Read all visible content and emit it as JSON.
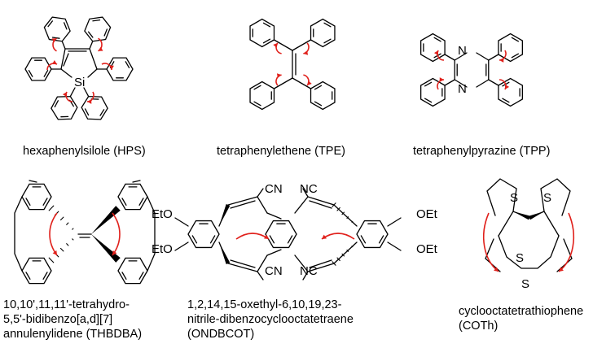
{
  "molecules": [
    {
      "id": "hps",
      "name": "hexaphenylsilole (HPS)",
      "atoms": [
        "Si"
      ]
    },
    {
      "id": "tpe",
      "name": "tetraphenylethene (TPE)",
      "atoms": []
    },
    {
      "id": "tpp",
      "name": "tetraphenylpyrazine (TPP)",
      "atoms": [
        "N",
        "N"
      ]
    },
    {
      "id": "thbdba",
      "name_lines": [
        "10,10',11,11'-tetrahydro-",
        "5,5'-bidibenzo[a,d][7]",
        "annulenylidene (THBDBA)"
      ],
      "atoms": []
    },
    {
      "id": "ondbcot",
      "name_lines": [
        "1,2,14,15-oxethyl-6,10,19,23-",
        "nitrile-dibenzocyclooctatetraene",
        "(ONDBCOT)"
      ],
      "atoms": [
        "CN",
        "CN",
        "NC",
        "NC",
        "EtO",
        "EtO",
        "OEt",
        "OEt"
      ]
    },
    {
      "id": "coth",
      "name_lines": [
        "cyclooctatetrathiophene",
        "(COTh)"
      ],
      "atoms": [
        "S",
        "S",
        "S",
        "S"
      ]
    }
  ],
  "colors": {
    "bond": "#000000",
    "rotation_arrow": "#e0201b"
  }
}
